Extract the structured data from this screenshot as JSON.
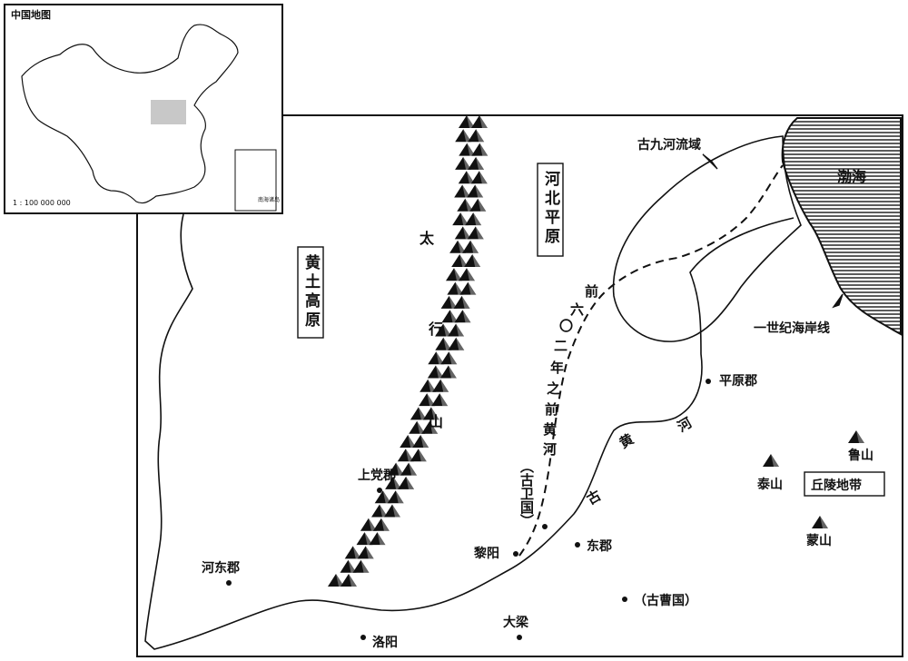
{
  "inset": {
    "title": "中国地图",
    "scale": "1 : 100 000 000",
    "scs_label": "南海诸岛"
  },
  "regions": {
    "loess_plateau": "黄土高原",
    "hebei_plain": "河北平原",
    "taihang_mountains": [
      "太",
      "行",
      "山"
    ],
    "hill_zone": "丘陵地带"
  },
  "water": {
    "bohai": "渤海",
    "jiuhe_basin": "古九河流域",
    "coastline_1c": "一世纪海岸线",
    "old_yellow_river_chars": [
      "古",
      "黄",
      "河"
    ],
    "pre602_river_chars": [
      "前",
      "六",
      "〇",
      "二",
      "年",
      "之",
      "前",
      "黄",
      "河"
    ]
  },
  "places": {
    "pingyuan": "平原郡",
    "shangdang": "上党郡",
    "hedong": "河东郡",
    "liyang": "黎阳",
    "dongjun": "东郡",
    "guwei": "（古卫国）",
    "gucao": "（古曹国）",
    "daliang": "大梁",
    "luoyang": "洛阳"
  },
  "mountains": {
    "taishan": "泰山",
    "lushan": "鲁山",
    "mengshan": "蒙山"
  }
}
